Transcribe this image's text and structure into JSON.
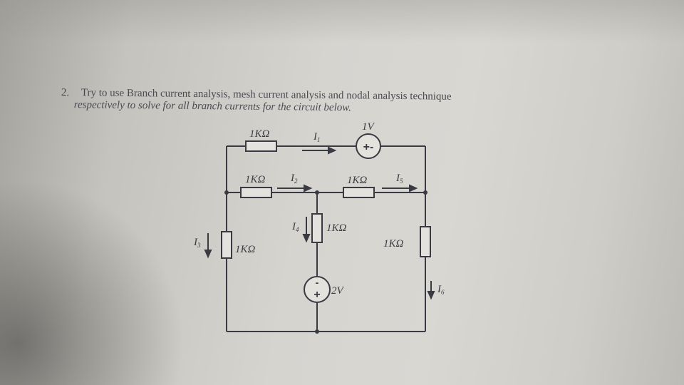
{
  "problem": {
    "number": "2.",
    "text_line1": "Try to use Branch current analysis, mesh current analysis and nodal analysis technique",
    "text_line2": "respectively to solve for all branch currents for the circuit below."
  },
  "circuit": {
    "labels": {
      "r_top": "1KΩ",
      "r2": "1KΩ",
      "r5": "1KΩ",
      "r3": "1KΩ",
      "r4": "1KΩ",
      "r6": "1KΩ",
      "v1": "1V",
      "v2": "2V",
      "i1": "I",
      "i1_sub": "1",
      "i2": "I",
      "i2_sub": "2",
      "i3": "I",
      "i3_sub": "3",
      "i4": "I",
      "i4_sub": "4",
      "i5": "I",
      "i5_sub": "5",
      "i6": "I",
      "i6_sub": "6",
      "v1_symbol": "+-",
      "v2_plus": "+",
      "v2_minus": "-"
    }
  }
}
